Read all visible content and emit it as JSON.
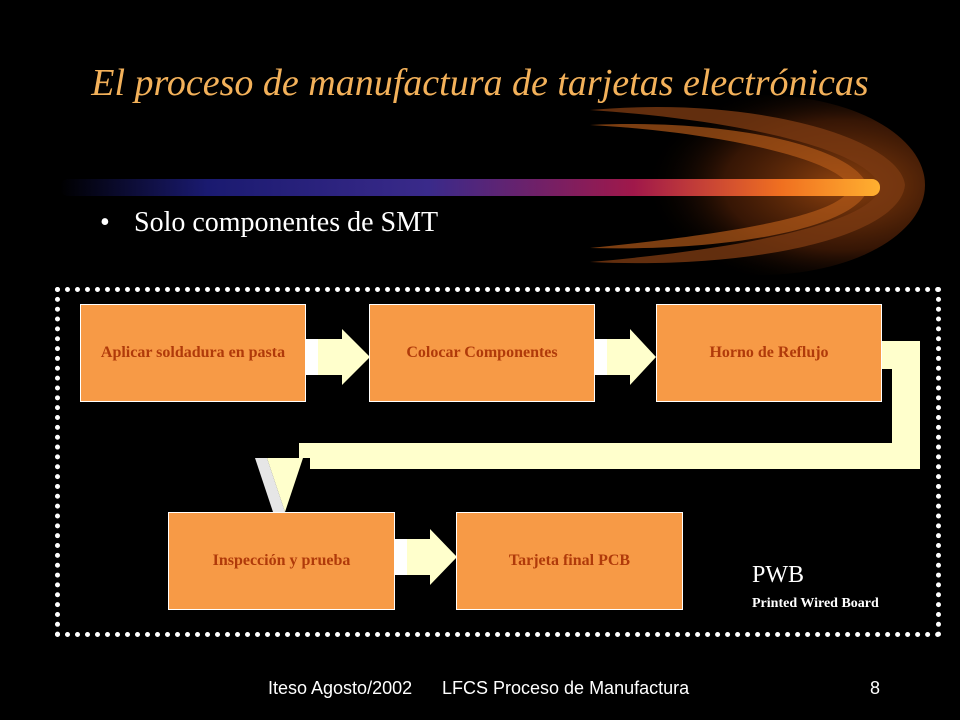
{
  "slide": {
    "title": "El proceso de manufactura de tarjetas electrónicas",
    "bullet": "Solo componentes de SMT"
  },
  "diagram": {
    "steps": [
      "Aplicar soldadura en pasta",
      "Colocar Componentes",
      "Horno de Reflujo",
      "Inspección y prueba",
      "Tarjeta final PCB"
    ],
    "legend": {
      "title": "PWB",
      "subtitle": "Printed Wired Board"
    },
    "colors": {
      "box_fill": "#f79a46",
      "box_text": "#b03a0a",
      "arrow_fill": "#ffffcc",
      "title_color": "#f3b15a"
    }
  },
  "footer": {
    "left": "Iteso Agosto/2002",
    "center": "LFCS Proceso de Manufactura",
    "page": "8"
  }
}
